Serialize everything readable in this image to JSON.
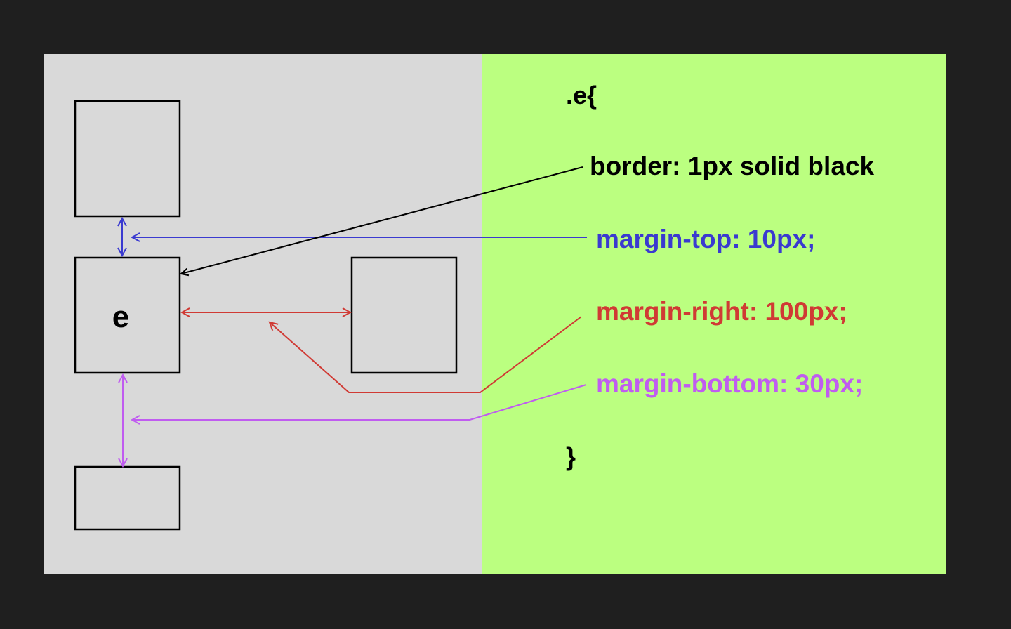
{
  "colors": {
    "background": "#1f1f1f",
    "left_panel": "#d9d9d9",
    "right_panel": "#bbff80",
    "border_black": "#000000",
    "margin_top_blue": "#3a3ad0",
    "margin_right_red": "#d03a34",
    "margin_bottom_purple": "#c05cf0"
  },
  "element": {
    "label": "e"
  },
  "code": {
    "open": ".e{",
    "border": "border: 1px solid black",
    "margin_top": "margin-top: 10px;",
    "margin_right": "margin-right: 100px;",
    "margin_bottom": "margin-bottom: 30px;",
    "close": "}"
  }
}
